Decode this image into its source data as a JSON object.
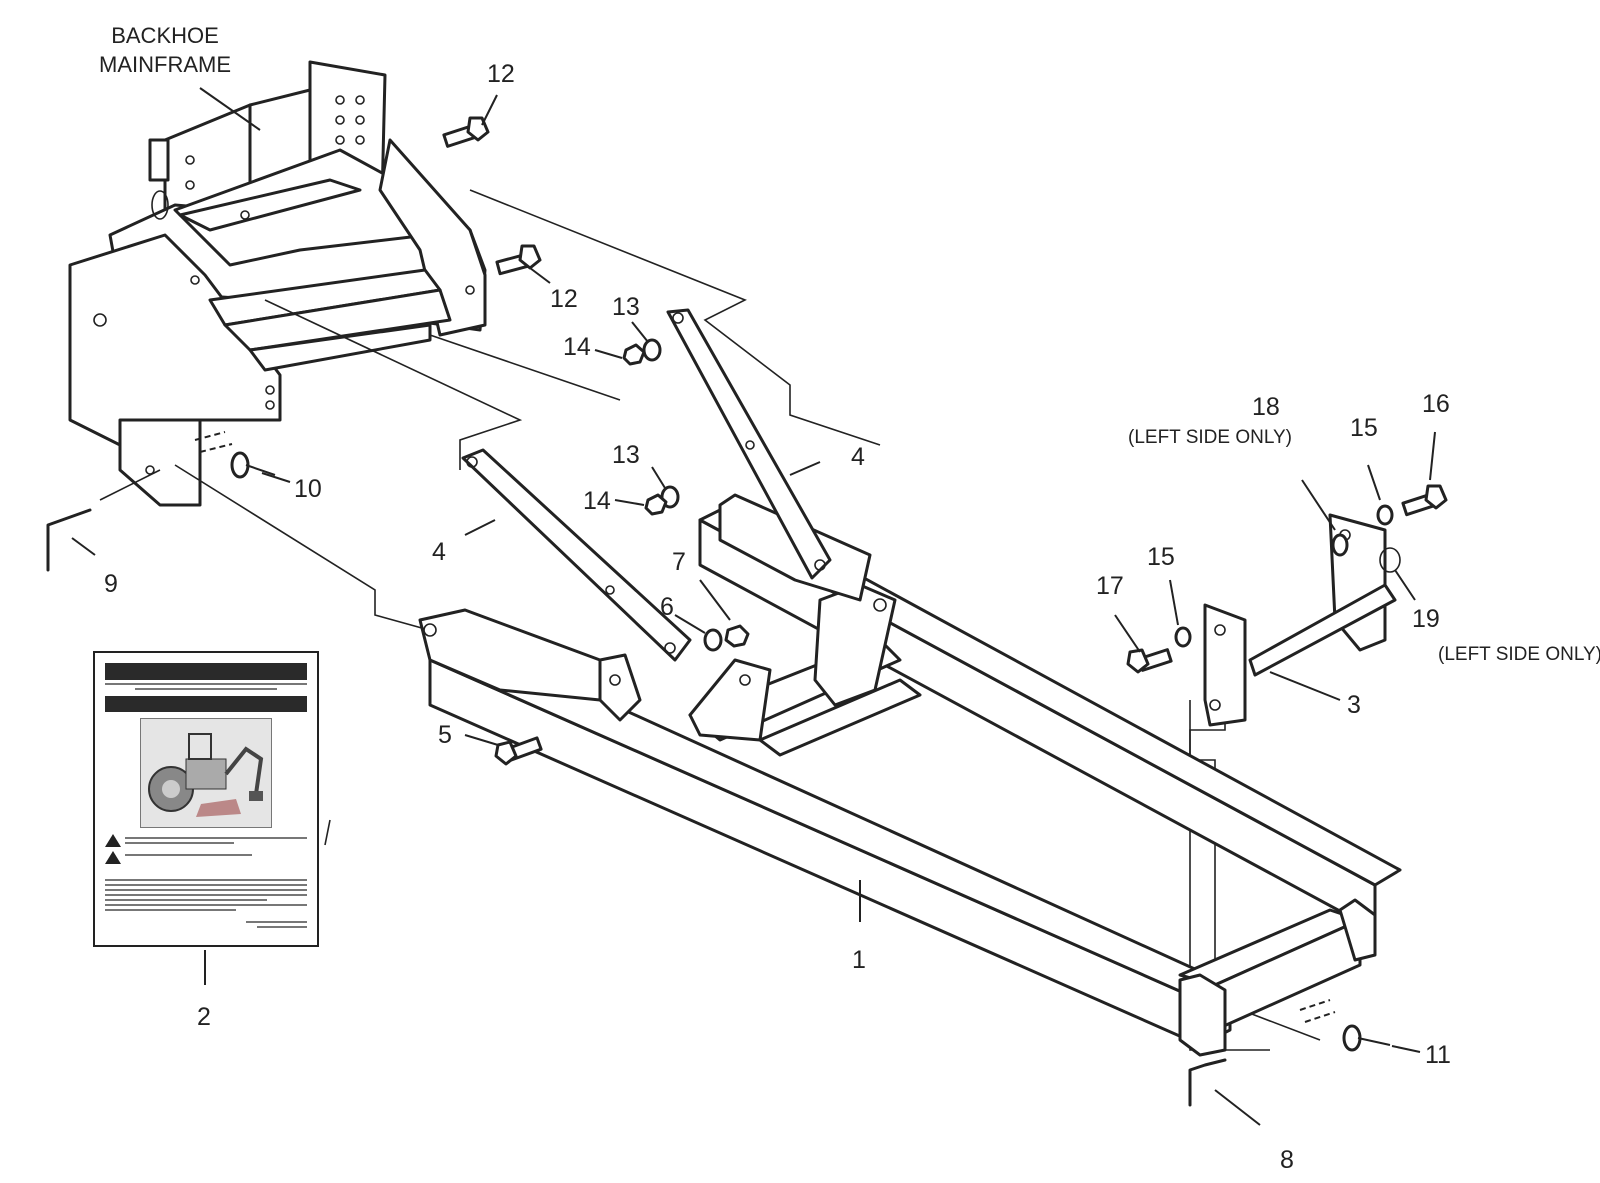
{
  "diagram": {
    "title_lines": [
      "BACKHOE",
      "MAINFRAME"
    ],
    "callouts": [
      {
        "id": "c12a",
        "text": "12"
      },
      {
        "id": "c12b",
        "text": "12"
      },
      {
        "id": "c13a",
        "text": "13"
      },
      {
        "id": "c14a",
        "text": "14"
      },
      {
        "id": "c13b",
        "text": "13"
      },
      {
        "id": "c14b",
        "text": "14"
      },
      {
        "id": "c4a",
        "text": "4"
      },
      {
        "id": "c4b",
        "text": "4"
      },
      {
        "id": "c10",
        "text": "10"
      },
      {
        "id": "c9",
        "text": "9"
      },
      {
        "id": "c7",
        "text": "7"
      },
      {
        "id": "c6",
        "text": "6"
      },
      {
        "id": "c5",
        "text": "5"
      },
      {
        "id": "c1",
        "text": "1"
      },
      {
        "id": "c2",
        "text": "2"
      },
      {
        "id": "c3",
        "text": "3"
      },
      {
        "id": "c8",
        "text": "8"
      },
      {
        "id": "c11",
        "text": "11"
      },
      {
        "id": "c15a",
        "text": "15"
      },
      {
        "id": "c15b",
        "text": "15"
      },
      {
        "id": "c16",
        "text": "16"
      },
      {
        "id": "c17",
        "text": "17"
      },
      {
        "id": "c18",
        "text": "18"
      },
      {
        "id": "c19",
        "text": "19"
      }
    ],
    "notes": {
      "left_side_only_18": "(LEFT SIDE ONLY)",
      "left_side_only_19": "(LEFT SIDE ONLY)"
    }
  }
}
